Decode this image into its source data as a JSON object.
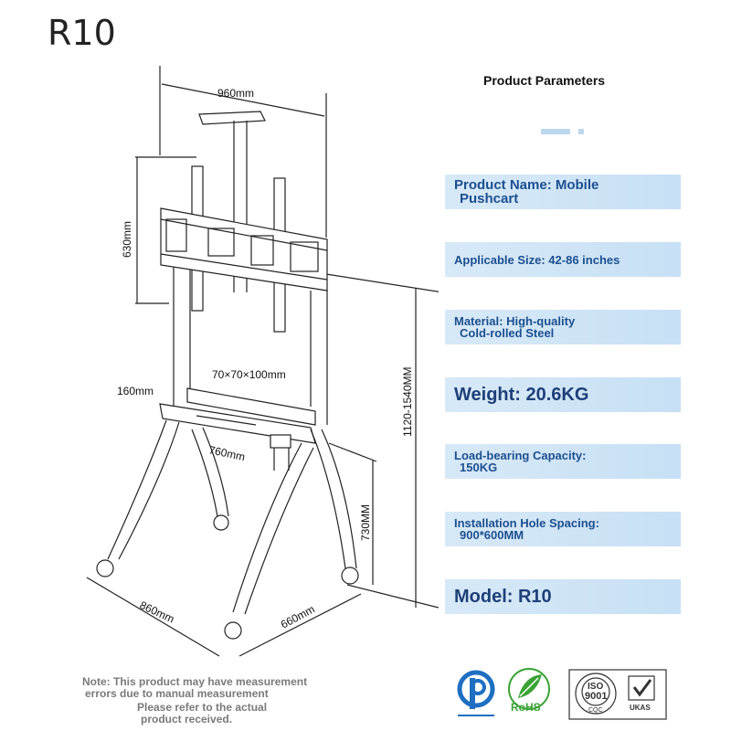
{
  "title": "R10",
  "diagram": {
    "width_label": "960mm",
    "height_label": "630mm",
    "tray_label": "160mm",
    "box_label": "70×70×100mm",
    "tray_length_label": "760mm",
    "adjust_height_label": "1120-1540MM",
    "tray_height_label": "730MM",
    "base_length_label": "860mm",
    "base_width_label": "660mm"
  },
  "params": {
    "heading": "Product Parameters",
    "items": [
      {
        "line1": "Product Name: Mobile",
        "line2": "Pushcart"
      },
      {
        "line1": "Applicable Size: 42-86 inches",
        "line2": ""
      },
      {
        "line1": "Material: High-quality",
        "line2": "Cold-rolled Steel"
      },
      {
        "line1": "Weight: 20.6KG",
        "line2": ""
      },
      {
        "line1": "Load-bearing Capacity:",
        "line2": "150KG"
      },
      {
        "line1": "Installation Hole Spacing:",
        "line2": "900*600MM"
      },
      {
        "line1": "Model: R10",
        "line2": ""
      }
    ]
  },
  "note": {
    "line1": "Note: This product may have measurement",
    "line2": "errors due to manual measurement",
    "line3": "Please refer to the actual",
    "line4": "product received."
  },
  "certs": {
    "rohs": "RoHS",
    "iso": "ISO",
    "iso_num": "9001",
    "cqc": "CQC",
    "ukas": "UKAS"
  },
  "colors": {
    "accent_text": "#1d4f8f",
    "panel_bg": "#c7e0f5",
    "rohs_green": "#3aa335",
    "pc_blue": "#1e6fc2"
  }
}
